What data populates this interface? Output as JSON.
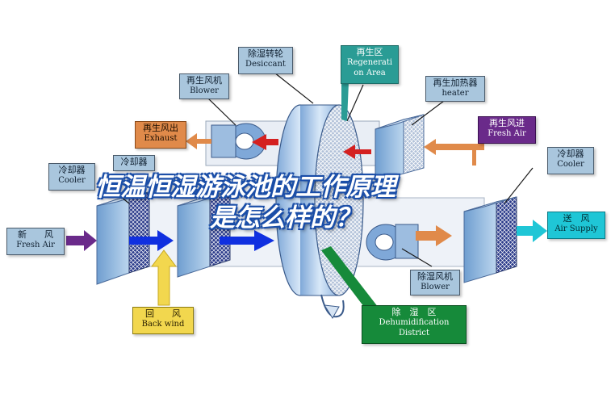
{
  "labels": {
    "desiccant": {
      "cn": "除湿转轮",
      "en": "Desiccant"
    },
    "regeneration_area": {
      "cn": "再生区",
      "en1": "Regenerati",
      "en2": "on Area"
    },
    "regen_blower": {
      "cn": "再生风机",
      "en": "Blower"
    },
    "regen_heater": {
      "cn": "再生加热器",
      "en": "heater"
    },
    "regen_exhaust": {
      "cn": "再生风出",
      "en": "Exhaust"
    },
    "regen_fresh_air": {
      "cn": "再生风进",
      "en": "Fresh Air"
    },
    "cooler_left": {
      "cn": "冷却器",
      "en": "Cooler"
    },
    "cooler_left2": {
      "cn": "冷却器"
    },
    "cooler_right": {
      "cn": "冷却器",
      "en": "Cooler"
    },
    "fresh_air": {
      "cn": "新　　风",
      "en": "Fresh Air"
    },
    "back_wind": {
      "cn": "回　　风",
      "en": "Back wind"
    },
    "dehum_blower": {
      "cn": "除湿风机",
      "en": "Blower"
    },
    "dehum_district": {
      "cn": "除　湿　区",
      "en1": "Dehumidification",
      "en2": "District"
    },
    "air_supply": {
      "cn": "送　风",
      "en": "Air Supply"
    }
  },
  "title": {
    "line1": "恒温恒湿游泳池的工作原理",
    "line2": "是怎么样的？"
  },
  "colors": {
    "teal": "#2a9c95",
    "orange": "#e08a4a",
    "purple": "#6a2a8a",
    "yellow": "#f2d74e",
    "green": "#168a3a",
    "cyan": "#1fc6d6",
    "blue_arrow": "#1030e0",
    "red_arrow": "#d42020",
    "title_outline": "#1c4fa8"
  }
}
